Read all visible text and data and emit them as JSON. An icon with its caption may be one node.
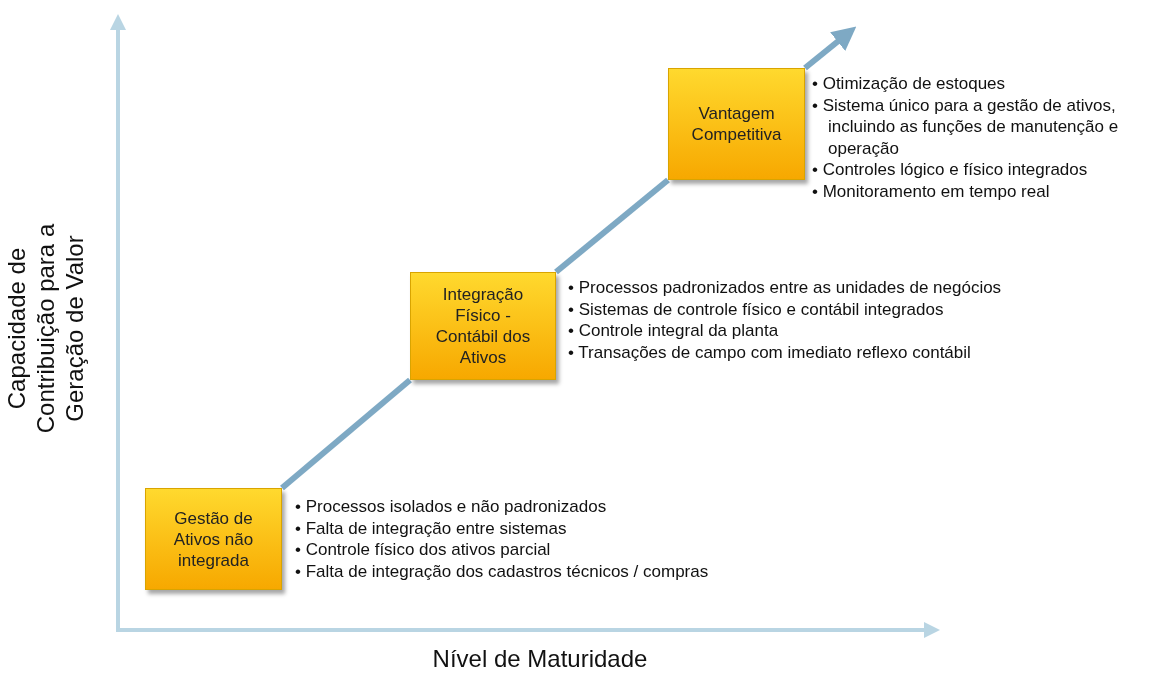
{
  "diagram": {
    "nodes": [
      {
        "text": [
          "Gestão de Ativos não integrada"
        ],
        "beside": [
          "• Processos isolados e não padronizados",
          "• Falta de integração entre sistemas",
          "• Controle físico dos ativos parcial",
          "• Falta de integração dos cadastros técnicos / compras"
        ]
      },
      {
        "text": [
          "Integração Físico - Contábil dos Ativos"
        ],
        "beside": [
          "• Processos padronizados entre as unidades de negócios",
          "• Sistemas de controle físico e contábil integrados",
          "• Controle integral da planta",
          "• Transações de campo com imediato reflexo contábil"
        ]
      },
      {
        "text": [
          "Vantagem Competitiva"
        ],
        "beside": [
          "• Otimização de estoques",
          "• Sistema único para a gestão de ativos, incluindo as funções de manutenção e operação",
          "• Controles lógico  e físico integrados",
          "• Monitoramento em tempo real"
        ]
      }
    ],
    "edges": [
      {
        "from": 0,
        "to": 1,
        "arrow": "none"
      },
      {
        "from": 1,
        "to": 2,
        "arrow": "none"
      },
      {
        "from": 2,
        "to": null,
        "arrow": "to"
      }
    ],
    "labels": [
      "Capacidade de Contribuição para a Geração de Valor",
      "Nível de Maturidade"
    ]
  }
}
